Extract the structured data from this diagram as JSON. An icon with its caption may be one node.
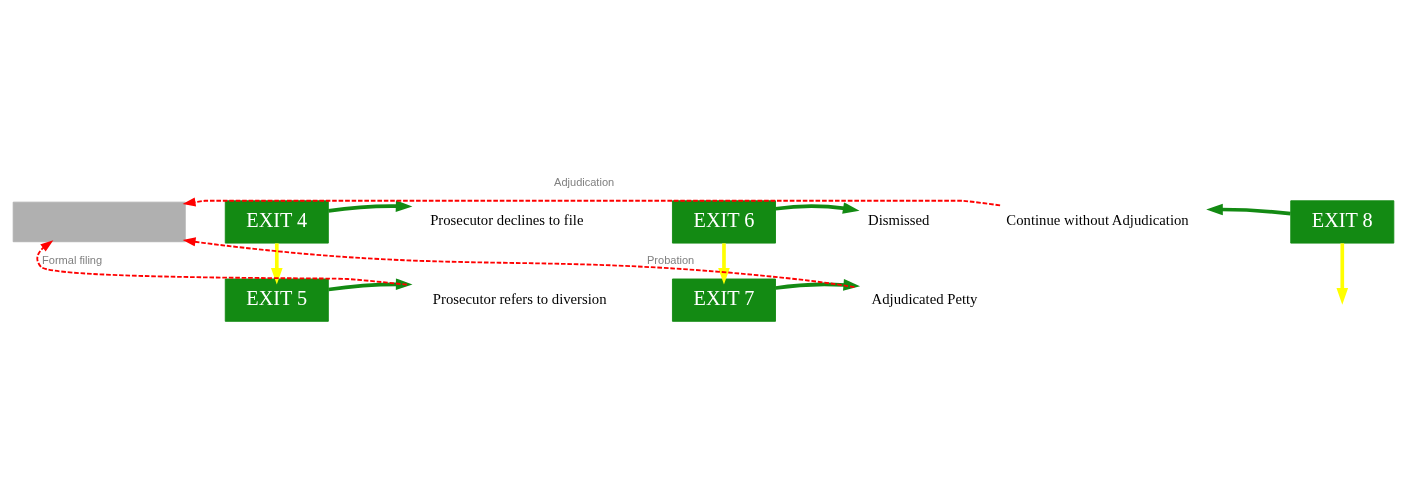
{
  "diagram": {
    "nodes": [
      {
        "text": [],
        "shape": "bar"
      },
      {
        "text": [
          "EXIT 4"
        ]
      },
      {
        "text": [
          "Prosecutor declines to file"
        ]
      },
      {
        "text": [
          "EXIT 5"
        ]
      },
      {
        "text": [
          "Prosecutor refers to diversion"
        ]
      },
      {
        "text": [
          "EXIT 6"
        ]
      },
      {
        "text": [
          "Dismissed"
        ]
      },
      {
        "text": [
          "EXIT 7"
        ]
      },
      {
        "text": [
          "Adjudicated Petty"
        ]
      },
      {
        "text": [
          "EXIT 8"
        ]
      },
      {
        "text": [
          "Continue without Adjudication"
        ]
      }
    ],
    "edges": [
      {
        "from": 1,
        "to": 2,
        "arrow": "to"
      },
      {
        "from": 1,
        "to": 3,
        "arrow": "to",
        "color": "#ffff00"
      },
      {
        "from": 3,
        "to": 4,
        "arrow": "to"
      },
      {
        "from": 4,
        "to": 0,
        "arrow": "to",
        "label": "Formal filing",
        "style": "dashed",
        "color": "#ff0000"
      },
      {
        "from": 5,
        "to": 6,
        "arrow": "to"
      },
      {
        "from": 5,
        "to": 7,
        "arrow": "to",
        "color": "#ffff00"
      },
      {
        "from": 7,
        "to": 8,
        "arrow": "to"
      },
      {
        "from": 8,
        "to": 0,
        "arrow": "to",
        "label": "Probation",
        "style": "dashed",
        "color": "#ff0000"
      },
      {
        "from": 9,
        "to": 10,
        "arrow": "to"
      },
      {
        "from": 9,
        "to": null,
        "arrow": "to",
        "color": "#ffff00"
      },
      {
        "from": 10,
        "to": 0,
        "arrow": "to",
        "label": "Adjudication",
        "style": "dashed",
        "color": "#ff0000"
      }
    ]
  }
}
